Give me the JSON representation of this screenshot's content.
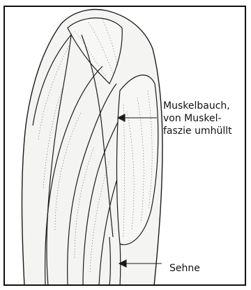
{
  "annotations": {
    "muscle_belly": {
      "lines": [
        "Muskelbauch,",
        "von Muskel-",
        "faszie umhüllt"
      ]
    },
    "tendon": {
      "text": "Sehne"
    }
  },
  "colors": {
    "border": "#111111",
    "ink": "#1a1a1a",
    "muscle_fill": "#f4f4f2",
    "stipple": "#555555"
  }
}
